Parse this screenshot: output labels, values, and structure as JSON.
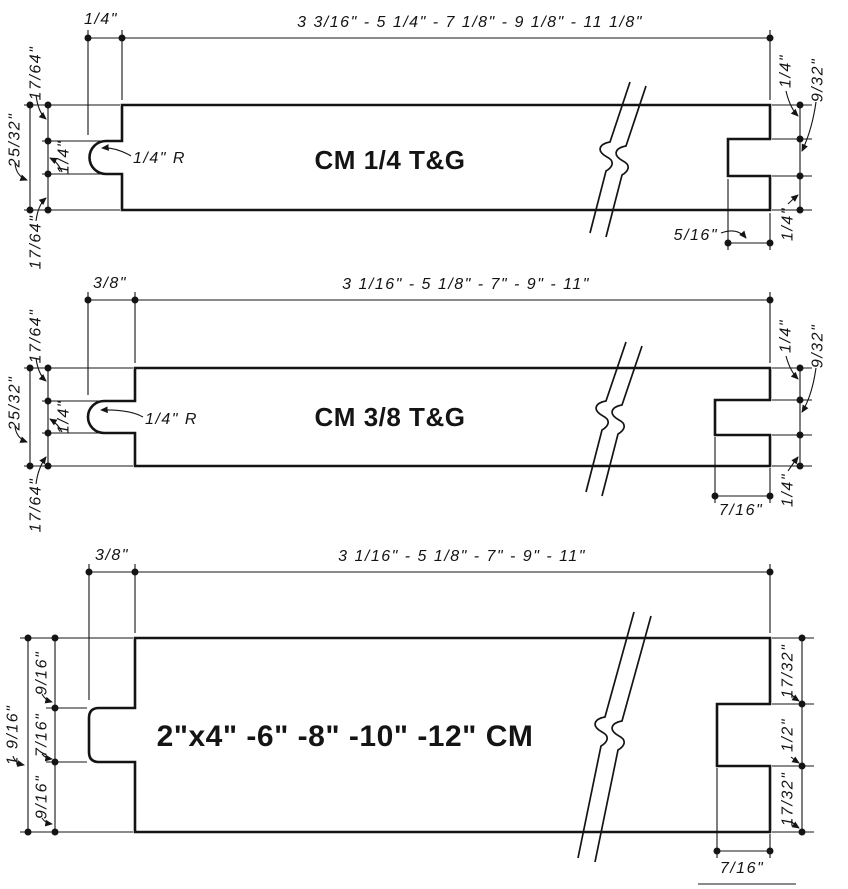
{
  "sheet": {
    "background": "#ffffff",
    "line_color": "#141414"
  },
  "diagrams": [
    {
      "title": "CM 1/4 T&G",
      "tongue_length_dim": "1/4\"",
      "widths_dim": "3 3/16\" - 5 1/4\" - 7 1/8\" - 9 1/8\" - 11 1/8\"",
      "left_top_dim": "17/64\"",
      "left_middle_dim": "1/4\"",
      "left_overall_dim": "25/32\"",
      "left_bottom_dim": "17/64\"",
      "radius_label": "1/4\" R",
      "right_top_dim": "1/4\"",
      "right_middle_dim": "9/32\"",
      "right_bottom_dim": "1/4\"",
      "groove_depth_dim": "5/16\""
    },
    {
      "title": "CM 3/8 T&G",
      "tongue_length_dim": "3/8\"",
      "widths_dim": "3 1/16\" - 5 1/8\" - 7\" - 9\" - 11\"",
      "left_top_dim": "17/64\"",
      "left_middle_dim": "1/4\"",
      "left_overall_dim": "25/32\"",
      "left_bottom_dim": "17/64\"",
      "radius_label": "1/4\" R",
      "right_top_dim": "1/4\"",
      "right_middle_dim": "9/32\"",
      "right_bottom_dim": "1/4\"",
      "groove_depth_dim": "7/16\""
    },
    {
      "title": "2\"x4\" -6\" -8\" -10\" -12\"  CM",
      "tongue_length_dim": "3/8\"",
      "widths_dim": "3 1/16\" - 5 1/8\" - 7\" - 9\" - 11\"",
      "left_top_dim": "9/16\"",
      "left_middle_dim": "7/16\"",
      "left_overall_dim": "1 9/16\"",
      "left_bottom_dim": "9/16\"",
      "right_top_dim": "17/32\"",
      "right_middle_dim": "1/2\"",
      "right_bottom_dim": "17/32\"",
      "groove_depth_dim": "7/16\""
    }
  ]
}
